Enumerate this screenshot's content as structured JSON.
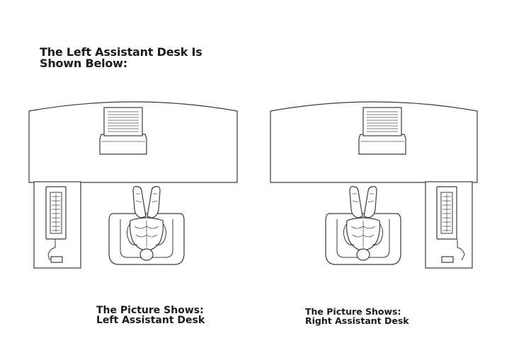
{
  "heading": {
    "line1": "The Left Assistant Desk Is",
    "line2": "Shown Below:"
  },
  "captions": [
    {
      "line1": "The Picture Shows:",
      "line2": "Left Assistant Desk"
    },
    {
      "line1": "The Picture Shows:",
      "line2": "Right Assistant Desk"
    }
  ],
  "colors": {
    "background": "#ffffff",
    "line": "#3a3a3a",
    "text": "#1a1a1a"
  }
}
